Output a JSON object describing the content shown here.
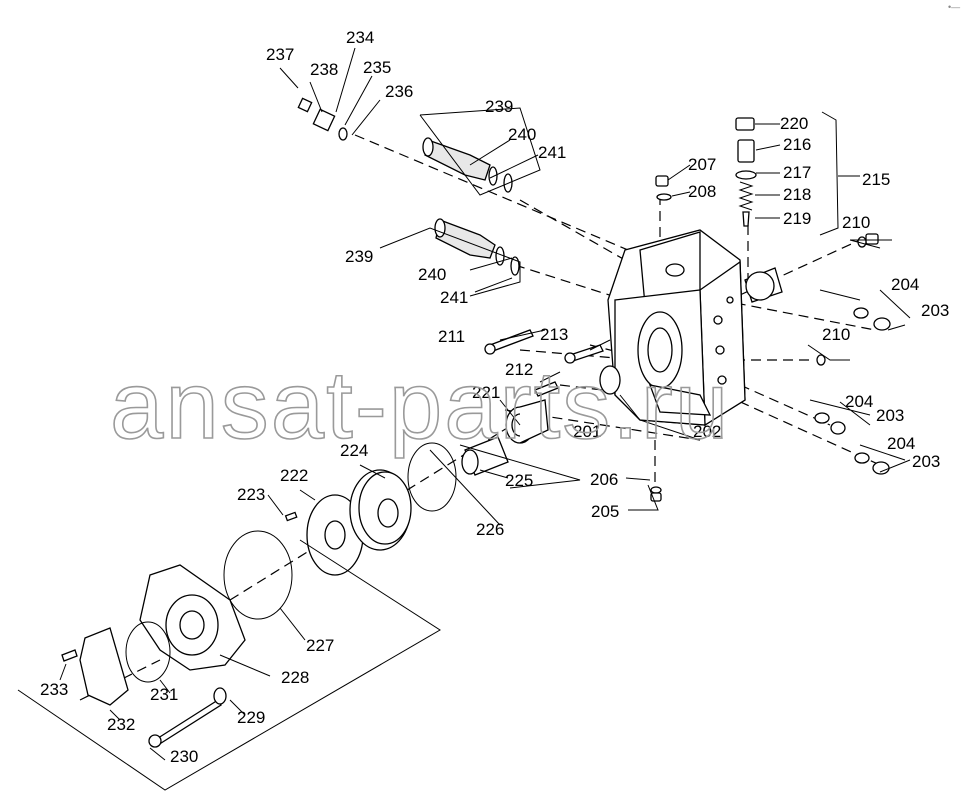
{
  "watermark": "ansat-parts.ru",
  "corner_mark": "•—",
  "callouts": [
    "201",
    "202",
    "203",
    "203",
    "203",
    "204",
    "204",
    "204",
    "205",
    "206",
    "207",
    "208",
    "210",
    "210",
    "211",
    "212",
    "213",
    "215",
    "216",
    "217",
    "218",
    "219",
    "220",
    "221",
    "222",
    "223",
    "224",
    "225",
    "226",
    "227",
    "228",
    "229",
    "230",
    "231",
    "232",
    "233",
    "234",
    "235",
    "236",
    "237",
    "238",
    "239",
    "239",
    "240",
    "240",
    "241",
    "241"
  ]
}
